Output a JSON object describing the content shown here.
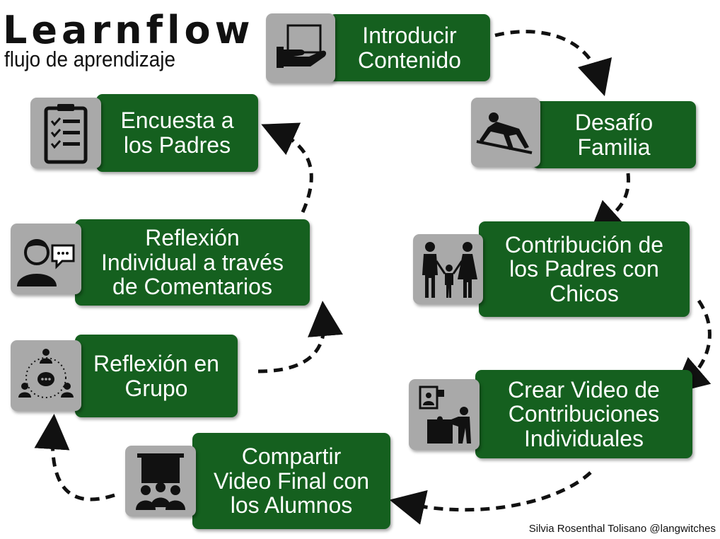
{
  "header": {
    "title": "Learnflow",
    "subtitle": "flujo de aprendizaje"
  },
  "steps": [
    {
      "label": "Introducir\nContenido",
      "icon": "hand-holding-screen-icon"
    },
    {
      "label": "Desafío\nFamilia",
      "icon": "person-climbing-icon"
    },
    {
      "label": "Contribución de\nlos Padres con\nChicos",
      "icon": "family-icon"
    },
    {
      "label": "Crear Video de\nContribuciones\nIndividuales",
      "icon": "video-puzzle-icon"
    },
    {
      "label": "Compartir\nVideo Final con\nlos Alumnos",
      "icon": "audience-presentation-icon"
    },
    {
      "label": "Reflexión en\nGrupo",
      "icon": "group-discussion-icon"
    },
    {
      "label": "Reflexión\nIndividual a través\nde Comentarios",
      "icon": "person-comment-icon"
    },
    {
      "label": "Encuesta a\nlos Padres",
      "icon": "clipboard-checklist-icon"
    }
  ],
  "credit": "Silvia Rosenthal Tolisano @langwitches",
  "colors": {
    "box": "#15601f",
    "icon_bg": "#a9a9a9",
    "arrow": "#111111"
  }
}
